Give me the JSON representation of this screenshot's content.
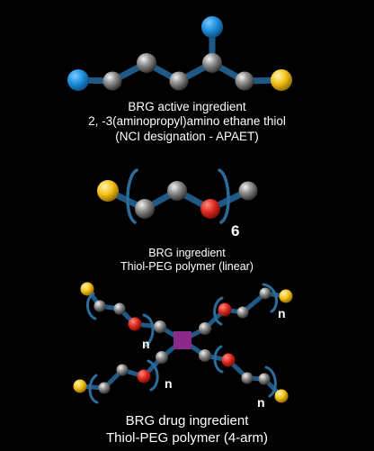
{
  "colors": {
    "background": "#000000",
    "bond": "#1f5a87",
    "bracket": "#2c6c9a",
    "nitrogen_atom": "#1d8fdc",
    "carbon_atom": "#8c8c8c",
    "oxygen_atom": "#dd2a20",
    "sulfur_atom": "#f3c21a",
    "core_node": "#8c2a8c",
    "text": "#ffffff"
  },
  "molecules": [
    {
      "id": "apaet",
      "caption": [
        "BRG active ingredient",
        "2, -3(aminopropyl)amino ethane thiol",
        "(NCI designation - APAET)"
      ]
    },
    {
      "id": "thiol-peg-linear",
      "repeat_subscript": "6",
      "caption": [
        "BRG ingredient",
        "Thiol-PEG polymer (linear)"
      ]
    },
    {
      "id": "thiol-peg-4arm",
      "repeat_subscript": [
        "n",
        "n",
        "n",
        "n"
      ],
      "caption": [
        "BRG drug ingredient",
        "Thiol-PEG polymer (4-arm)"
      ]
    }
  ]
}
